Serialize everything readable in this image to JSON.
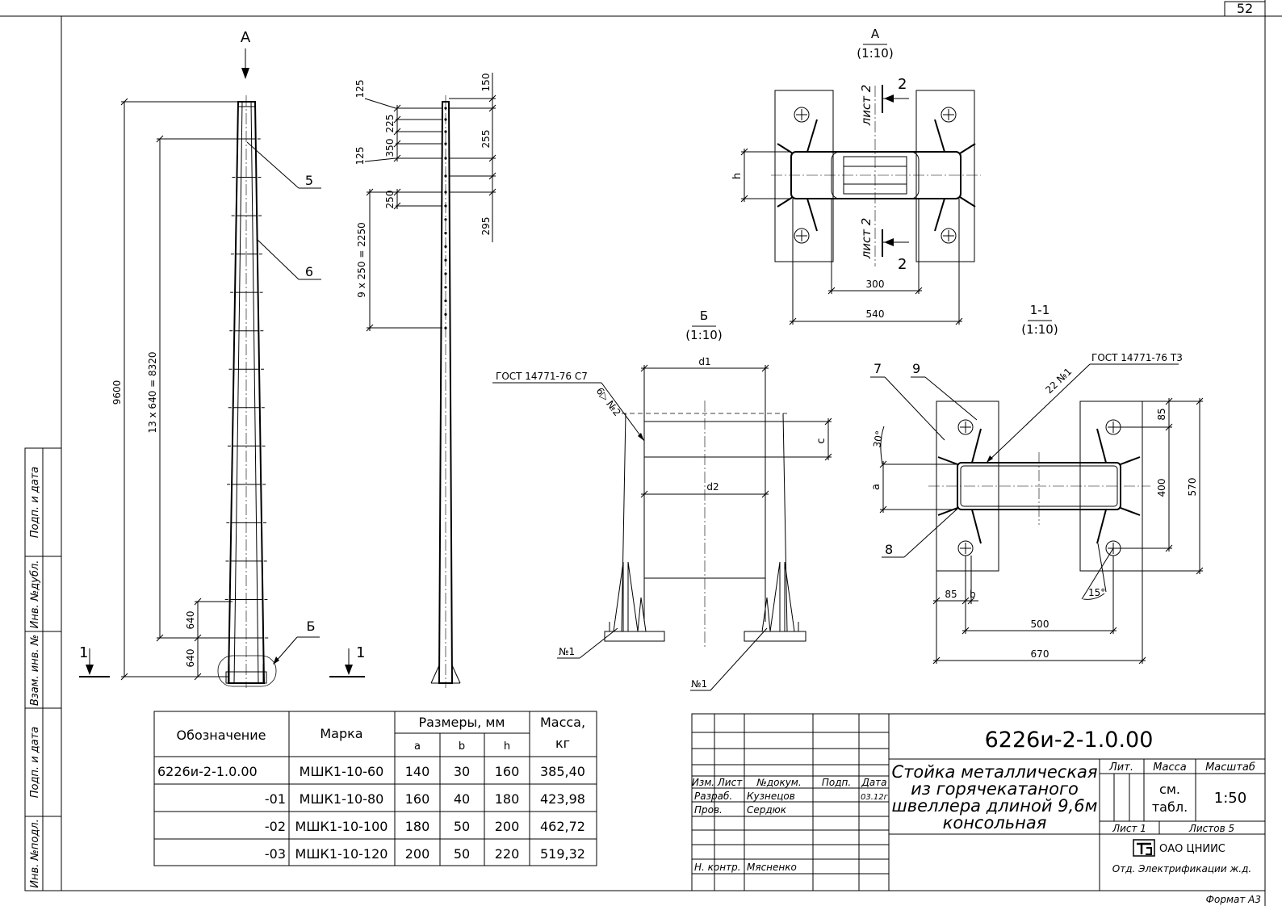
{
  "sheet": {
    "page_no": "52",
    "format": "Формат А3",
    "side_stamp": [
      "Подп. и дата",
      "Инв. №дубл.",
      "Взам. инв. №",
      "Подп. и дата",
      "Инв. №подл."
    ]
  },
  "views": {
    "elevation": {
      "view_mark": "А",
      "section_mark": "1",
      "detail_mark": "Б",
      "dim_total": "9600",
      "dim_pitch": "13 х 640 = 8320",
      "dim_640_a": "640",
      "dim_640_b": "640",
      "callout_5": "5",
      "callout_6": "6"
    },
    "side": {
      "dim_125_top": "125",
      "dim_225": "225",
      "dim_350": "350",
      "dim_125_b": "125",
      "dim_250": "250",
      "dim_holes": "9 х 250 = 2250",
      "dim_150": "150",
      "dim_255": "255",
      "dim_295": "295"
    },
    "view_a": {
      "title": "А",
      "scale": "(1:10)",
      "dim_h": "h",
      "dim_300": "300",
      "dim_540": "540",
      "sheet_ref_top": "лист 2",
      "sheet_ref_bottom": "лист 2",
      "cut_mark_top": "2",
      "cut_mark_bottom": "2"
    },
    "view_b": {
      "title": "Б",
      "scale": "(1:10)",
      "dim_d1": "d1",
      "dim_d2": "d2",
      "dim_c": "c",
      "weld_note": "ГОСТ 14771-76 С7",
      "weld_size": "6▷ №2",
      "label_n1_left": "№1",
      "label_n1_right": "№1"
    },
    "section_1_1": {
      "title": "1-1",
      "scale": "(1:10)",
      "callout_7": "7",
      "callout_8": "8",
      "callout_9": "9",
      "weld_note": "ГОСТ 14771-76 Т3",
      "weld_size": "22 №1",
      "angle_30": "30°",
      "angle_15": "15°",
      "dim_a": "a",
      "dim_b": "b",
      "dim_85_left": "85",
      "dim_85_top": "85",
      "dim_400": "400",
      "dim_570": "570",
      "dim_500": "500",
      "dim_670": "670"
    }
  },
  "spec_table": {
    "headers": {
      "designation": "Обозначение",
      "mark": "Марка",
      "sizes": "Размеры, мм",
      "a": "a",
      "b": "b",
      "h": "h",
      "mass": "Масса, кг"
    },
    "rows": [
      {
        "designation": "6226и-2-1.0.00",
        "mark": "МШК1-10-60",
        "a": "140",
        "b": "30",
        "h": "160",
        "mass": "385,40"
      },
      {
        "designation": "-01",
        "mark": "МШК1-10-80",
        "a": "160",
        "b": "40",
        "h": "180",
        "mass": "423,98"
      },
      {
        "designation": "-02",
        "mark": "МШК1-10-100",
        "a": "180",
        "b": "50",
        "h": "200",
        "mass": "462,72"
      },
      {
        "designation": "-03",
        "mark": "МШК1-10-120",
        "a": "200",
        "b": "50",
        "h": "220",
        "mass": "519,32"
      }
    ]
  },
  "title_block": {
    "doc_code": "6226и-2-1.0.00",
    "title_lines": [
      "Стойка металлическая",
      "из горячекатаного",
      "швеллера длиной 9,6м",
      "консольная"
    ],
    "col_izm": "Изм.",
    "col_list": "Лист",
    "col_ndoc": "№докум.",
    "col_podp": "Подп.",
    "col_data": "Дата",
    "row_razrab": "Разраб.",
    "name_razrab": "Кузнецов",
    "date_razrab": "03.12г.",
    "row_prov": "Пров.",
    "name_prov": "Сердюк",
    "row_nkontr": "Н. контр.",
    "name_nkontr": "Мясненко",
    "lit": "Лит.",
    "massa": "Масса",
    "masshtab": "Масштаб",
    "massa_val_1": "см.",
    "massa_val_2": "табл.",
    "scale_val": "1:50",
    "sheet": "Лист 1",
    "sheets": "Листов 5",
    "org": "ОАО ЦНИИС",
    "dept": "Отд. Электрификации ж.д."
  }
}
